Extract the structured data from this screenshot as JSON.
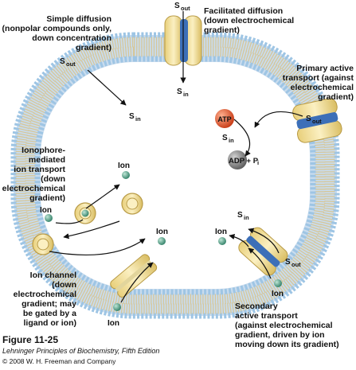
{
  "figure": {
    "number": "Figure 11-25",
    "book": "Lehninger Principles of Biochemistry, Fifth Edition",
    "copyright": "© 2008 W. H. Freeman and Company"
  },
  "colors": {
    "headgroup": "#9ec5e4",
    "lipid_tail": "#d6c79a",
    "protein": "#f7e7a6",
    "protein_edge": "#b89a45",
    "channel": "#3c6fb8",
    "ion": "#5aa38c",
    "atp": "#e4572e",
    "adp": "#7d7d7d"
  },
  "labels": {
    "simple_diffusion": [
      "Simple diffusion",
      "(nonpolar compounds only,",
      "down concentration",
      "gradient)"
    ],
    "facilitated_diffusion": [
      "Facilitated diffusion",
      "(down electrochemical",
      "gradient)"
    ],
    "primary_active": [
      "Primary active",
      "transport (against",
      "electrochemical",
      "gradient)"
    ],
    "ionophore": [
      "Ionophore-",
      "mediated",
      "ion transport",
      "(down",
      "electrochemical",
      "gradient)"
    ],
    "ion_channel": [
      "Ion channel",
      "(down",
      "electrochemical",
      "gradient; may",
      "be gated by a",
      "ligand or ion)"
    ],
    "secondary_active": [
      "Secondary",
      "active transport",
      "(against electrochemical",
      "gradient, driven by ion",
      "moving down its gradient)"
    ]
  },
  "molecules": {
    "s": "S",
    "out": "out",
    "in": "in",
    "ion": "Ion",
    "atp": "ATP",
    "adp": "ADP + P",
    "pi_sub": "i"
  },
  "icons": [
    "membrane-vesicle-icon",
    "transporter-protein-icon",
    "ion-channel-icon",
    "ionophore-icon",
    "ion-particle-icon"
  ]
}
